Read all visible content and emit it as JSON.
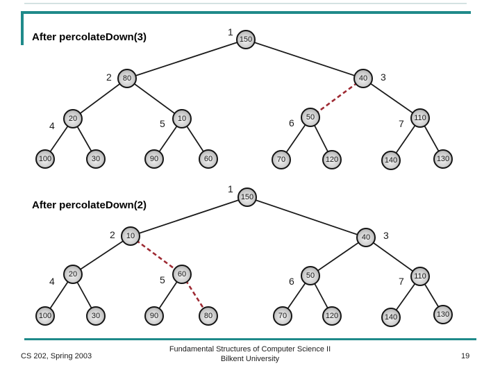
{
  "slide": {
    "footer_left": "CS 202, Spring 2003",
    "footer_center_line1": "Fundamental Structures of Computer Science II",
    "footer_center_line2": "Bilkent University",
    "page_number": "19"
  },
  "colors": {
    "accent_teal": "#1f8a8a",
    "edge_black": "#1a1a1a",
    "percolate_path_red": "#9e2a33",
    "node_fill_light": "#efefef",
    "node_fill_dark": "#9e9e9e"
  },
  "trees": [
    {
      "title": "After percolateDown(3)",
      "percolate_path": "position 3 to position 6",
      "nodes": [
        {
          "index": "1",
          "value": "150"
        },
        {
          "index": "2",
          "value": "80"
        },
        {
          "index": "3",
          "value": "40"
        },
        {
          "index": "4",
          "value": "20"
        },
        {
          "index": "5",
          "value": "10"
        },
        {
          "index": "6",
          "value": "50"
        },
        {
          "index": "7",
          "value": "110"
        },
        {
          "value": "100"
        },
        {
          "value": "30"
        },
        {
          "value": "90"
        },
        {
          "value": "60"
        },
        {
          "value": "70"
        },
        {
          "value": "120"
        },
        {
          "value": "140"
        },
        {
          "value": "130"
        }
      ]
    },
    {
      "title": "After percolateDown(2)",
      "percolate_path": "position 2 to position 5 to position 11",
      "nodes": [
        {
          "index": "1",
          "value": "150"
        },
        {
          "index": "2",
          "value": "10"
        },
        {
          "index": "3",
          "value": "40"
        },
        {
          "index": "4",
          "value": "20"
        },
        {
          "index": "5",
          "value": "60"
        },
        {
          "index": "6",
          "value": "50"
        },
        {
          "index": "7",
          "value": "110"
        },
        {
          "value": "100"
        },
        {
          "value": "30"
        },
        {
          "value": "90"
        },
        {
          "value": "80"
        },
        {
          "value": "70"
        },
        {
          "value": "120"
        },
        {
          "value": "140"
        },
        {
          "value": "130"
        }
      ]
    }
  ]
}
